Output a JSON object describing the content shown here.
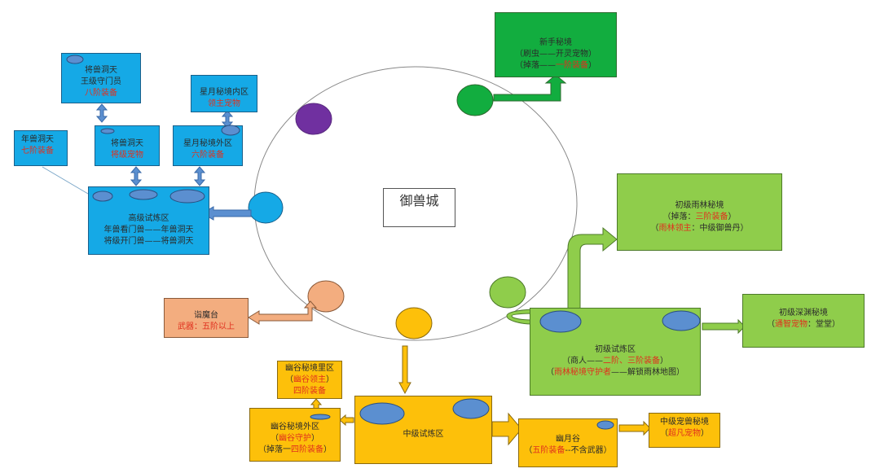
{
  "title": "御兽城",
  "colors": {
    "high_zone": "#15a9e6",
    "novice": "#12ad3f",
    "primary_zone": "#8fcd4b",
    "demon_platform": "#f3ad7f",
    "mid_zone": "#fdc00a",
    "portal_purple": "#7030a0",
    "highlight_text": "#e0301e"
  },
  "city": {
    "label": "御兽城"
  },
  "novice_realm": {
    "lines": [
      {
        "parts": [
          {
            "text": "新手秘境",
            "hl": false
          }
        ]
      },
      {
        "parts": [
          {
            "text": "（刷虫——开灵宠物）",
            "hl": false
          }
        ]
      },
      {
        "parts": [
          {
            "text": "（掉落——",
            "hl": false
          },
          {
            "text": "一阶装备",
            "hl": true
          },
          {
            "text": "）",
            "hl": false
          }
        ]
      }
    ]
  },
  "high_zone": {
    "general_realm_top": {
      "lines": [
        {
          "parts": [
            {
              "text": "将兽洞天",
              "hl": false
            }
          ]
        },
        {
          "parts": [
            {
              "text": "王级守门员",
              "hl": false
            }
          ]
        },
        {
          "parts": [
            {
              "text": "八阶装备",
              "hl": true
            }
          ]
        }
      ]
    },
    "general_realm": {
      "lines": [
        {
          "parts": [
            {
              "text": "将兽洞天",
              "hl": false
            }
          ]
        },
        {
          "parts": [
            {
              "text": "将级宠物",
              "hl": true
            }
          ]
        }
      ]
    },
    "year_beast_realm": {
      "lines": [
        {
          "parts": [
            {
              "text": "年兽洞天",
              "hl": false
            }
          ]
        },
        {
          "parts": [
            {
              "text": "七阶装备",
              "hl": true
            }
          ]
        }
      ]
    },
    "star_moon_inner": {
      "lines": [
        {
          "parts": [
            {
              "text": "星月秘境内区",
              "hl": false
            }
          ]
        },
        {
          "parts": [
            {
              "text": "领主宠物",
              "hl": true
            }
          ]
        }
      ]
    },
    "star_moon_outer": {
      "lines": [
        {
          "parts": [
            {
              "text": "星月秘境外区",
              "hl": false
            }
          ]
        },
        {
          "parts": [
            {
              "text": "六阶装备",
              "hl": true
            }
          ]
        }
      ]
    },
    "trial_zone": {
      "lines": [
        {
          "parts": [
            {
              "text": "高级试炼区",
              "hl": false
            }
          ]
        },
        {
          "parts": [
            {
              "text": "年兽看门兽——年兽洞天",
              "hl": false
            }
          ]
        },
        {
          "parts": [
            {
              "text": "将级开门兽——将兽洞天",
              "hl": false
            }
          ]
        }
      ]
    }
  },
  "demon_platform": {
    "lines": [
      {
        "parts": [
          {
            "text": "诣魔台",
            "hl": false
          }
        ]
      },
      {
        "parts": [
          {
            "text": "武器：",
            "hl": true
          },
          {
            "text": "五阶以上",
            "hl": true
          }
        ]
      }
    ]
  },
  "primary_zone": {
    "rainforest": {
      "lines": [
        {
          "parts": [
            {
              "text": "初级雨林秘境",
              "hl": false
            }
          ]
        },
        {
          "parts": [
            {
              "text": "（掉落：",
              "hl": false
            },
            {
              "text": "三阶装备",
              "hl": true
            },
            {
              "text": "）",
              "hl": false
            }
          ]
        },
        {
          "parts": [
            {
              "text": "（",
              "hl": false
            },
            {
              "text": "雨林领主",
              "hl": true
            },
            {
              "text": "：中级御兽丹）",
              "hl": false
            }
          ]
        }
      ]
    },
    "trial_zone": {
      "lines": [
        {
          "parts": [
            {
              "text": "初级试炼区",
              "hl": false
            }
          ]
        },
        {
          "parts": [
            {
              "text": "（商人——",
              "hl": false
            },
            {
              "text": "二阶、三阶装备",
              "hl": true
            },
            {
              "text": "）",
              "hl": false
            }
          ]
        },
        {
          "parts": [
            {
              "text": "（",
              "hl": false
            },
            {
              "text": "雨林秘境守护者",
              "hl": true
            },
            {
              "text": "——解锁雨林地图）",
              "hl": false
            }
          ]
        }
      ]
    },
    "abyss": {
      "lines": [
        {
          "parts": [
            {
              "text": "初级深渊秘境",
              "hl": false
            }
          ]
        },
        {
          "parts": [
            {
              "text": "（",
              "hl": false
            },
            {
              "text": "通智宠物",
              "hl": true
            },
            {
              "text": "：堂堂）",
              "hl": false
            }
          ]
        }
      ]
    }
  },
  "mid_zone": {
    "valley_inner": {
      "lines": [
        {
          "parts": [
            {
              "text": "幽谷秘境里区",
              "hl": false
            }
          ]
        },
        {
          "parts": [
            {
              "text": "（",
              "hl": false
            },
            {
              "text": "幽谷领主",
              "hl": true
            },
            {
              "text": "）",
              "hl": false
            }
          ]
        },
        {
          "parts": [
            {
              "text": "四阶装备",
              "hl": true
            }
          ]
        }
      ]
    },
    "valley_outer": {
      "lines": [
        {
          "parts": [
            {
              "text": "幽谷秘境外区",
              "hl": false
            }
          ]
        },
        {
          "parts": [
            {
              "text": "（",
              "hl": false
            },
            {
              "text": "幽谷守护",
              "hl": true
            },
            {
              "text": "）",
              "hl": false
            }
          ]
        },
        {
          "parts": [
            {
              "text": "（掉落一",
              "hl": false
            },
            {
              "text": "四阶装备",
              "hl": true
            },
            {
              "text": "）",
              "hl": false
            }
          ]
        }
      ]
    },
    "trial_zone": {
      "lines": [
        {
          "parts": [
            {
              "text": "中级试炼区",
              "hl": false
            }
          ]
        }
      ]
    },
    "moon_valley": {
      "lines": [
        {
          "parts": [
            {
              "text": "幽月谷",
              "hl": false
            }
          ]
        },
        {
          "parts": [
            {
              "text": "（",
              "hl": false
            },
            {
              "text": "五阶装备",
              "hl": true
            },
            {
              "text": "--不含武器）",
              "hl": false
            }
          ]
        }
      ]
    },
    "pet_realm": {
      "lines": [
        {
          "parts": [
            {
              "text": "中级宠兽秘境",
              "hl": false
            }
          ]
        },
        {
          "parts": [
            {
              "text": "（",
              "hl": false
            },
            {
              "text": "超凡宠物",
              "hl": true
            },
            {
              "text": "）",
              "hl": false
            }
          ]
        }
      ]
    }
  }
}
